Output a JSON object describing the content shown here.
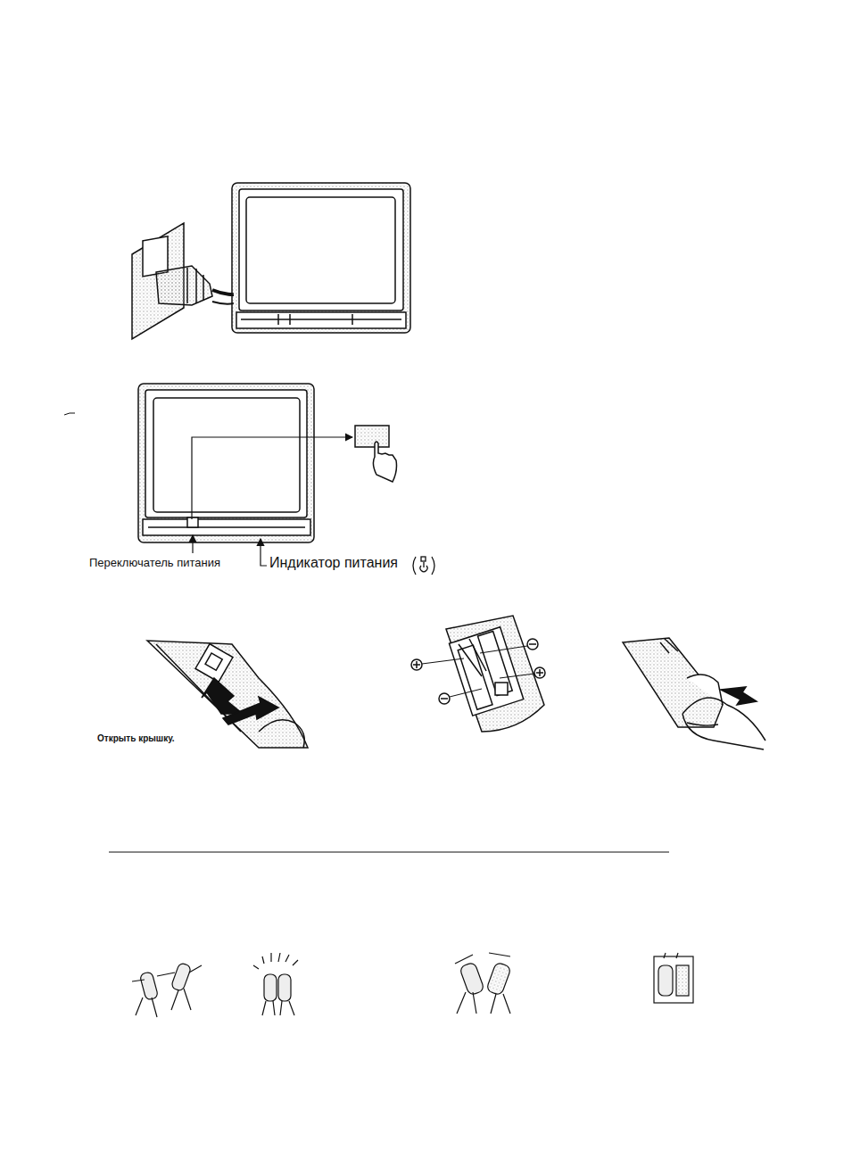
{
  "diagram": {
    "labels": [
      "Переключатель питания",
      "Индикатор питания",
      "Открыть крышку."
    ]
  }
}
